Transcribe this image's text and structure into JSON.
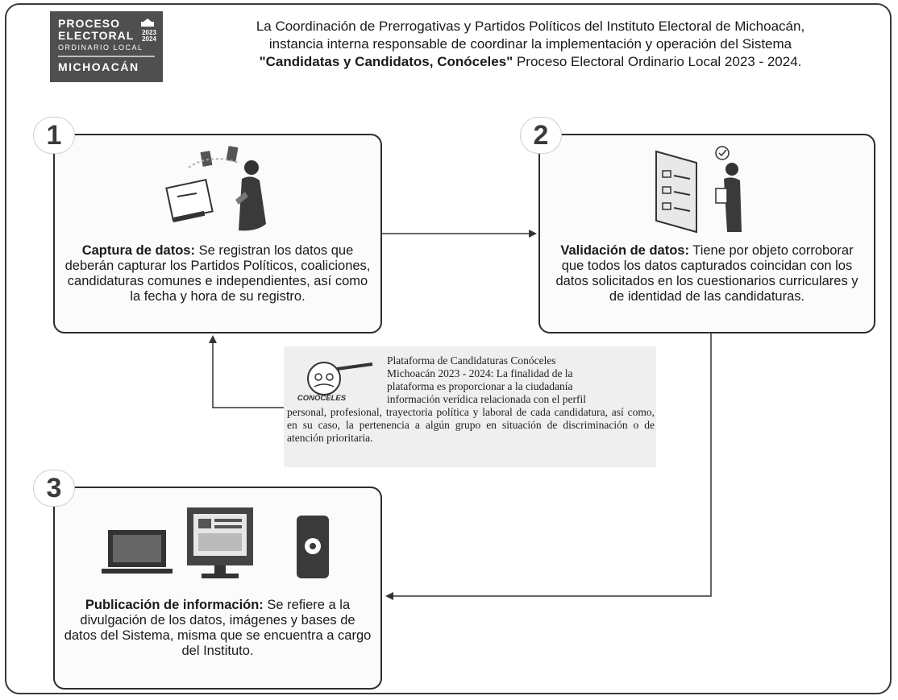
{
  "logo": {
    "line1": "PROCESO",
    "line2": "ELECTORAL",
    "line3": "ORDINARIO LOCAL",
    "line4": "MICHOACÁN",
    "years": "2023 2024"
  },
  "intro": {
    "line1": "La Coordinación de Prerrogativas y Partidos Políticos del Instituto Electoral de Michoacán,",
    "line2": "instancia interna responsable de coordinar la implementación y operación del Sistema",
    "line3_bold": "\"Candidatas y Candidatos, Conóceles\"",
    "line3_rest": " Proceso Electoral Ordinario Local 2023 - 2024."
  },
  "steps": [
    {
      "number": "1",
      "title": "Captura de datos:",
      "text": " Se registran los datos que deberán capturar los Partidos Políticos, coaliciones, candidaturas comunes e independientes, así como la fecha y hora de su registro."
    },
    {
      "number": "2",
      "title": "Validación de datos:",
      "text": " Tiene por objeto corroborar que todos los datos capturados coincidan con los datos solicitados en los cuestionarios curriculares y de identidad de las candidaturas."
    },
    {
      "number": "3",
      "title": "Publicación de información:",
      "text": " Se refiere a la divulgación de los datos, imágenes y bases de datos del Sistema, misma que se encuentra a cargo del Instituto."
    }
  ],
  "platform": {
    "logo_label": "CONÓCELES",
    "line1": "Plataforma de Candidaturas Conóceles",
    "line2": "Michoacán 2023 - 2024: La finalidad de la",
    "line3": "plataforma es proporcionar a la ciudadanía",
    "line4": "información verídica relacionada con el perfil",
    "rest": "personal, profesional, trayectoria política y laboral de cada candidatura, así como, en su caso, la pertenencia a algún grupo en situación de discriminación o de atención prioritaria."
  },
  "colors": {
    "logo_bg": "#4f4f4f",
    "border": "#2d2d2d",
    "platform_bg": "#efefef"
  }
}
